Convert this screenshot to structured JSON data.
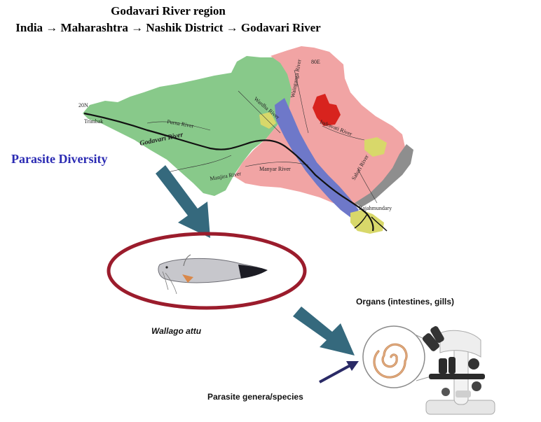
{
  "title": {
    "line1": "Godavari River region",
    "line2": "India → Maharashtra → Nashik District → Godavari River"
  },
  "labels": {
    "parasite_diversity": "Parasite Diversity",
    "species": "Wallago attu",
    "organs": "Organs (intestines, gills)",
    "parasite_genera": "Parasite genera/species"
  },
  "map": {
    "lat_label": "20N",
    "lon_label": "80E",
    "places": {
      "trimbak": "Trimbak",
      "rajahmundary": "Rajahmundary"
    },
    "rivers": {
      "godavari": "Godavari River",
      "purna": "Purna River",
      "manjira": "Manjira River",
      "manyar": "Manyar River",
      "wardha": "Wardha River",
      "wainganga": "Wainganga River",
      "indravati": "Indravati River",
      "sabari": "Sabari River"
    }
  },
  "colors": {
    "map_green": "#88c98a",
    "map_pink": "#f1a4a4",
    "map_blue": "#6e78c9",
    "map_yellow": "#d8d86a",
    "map_red": "#d8231e",
    "map_gray": "#8e8e8e",
    "ellipse": "#9b1c2c",
    "arrow": "#35697d",
    "small_arrow": "#2a2a66",
    "diversity_text": "#2b2bb3"
  },
  "icons": {
    "fish": "catfish-icon",
    "worm": "parasite-worm-icon",
    "microscope": "microscope-icon"
  }
}
